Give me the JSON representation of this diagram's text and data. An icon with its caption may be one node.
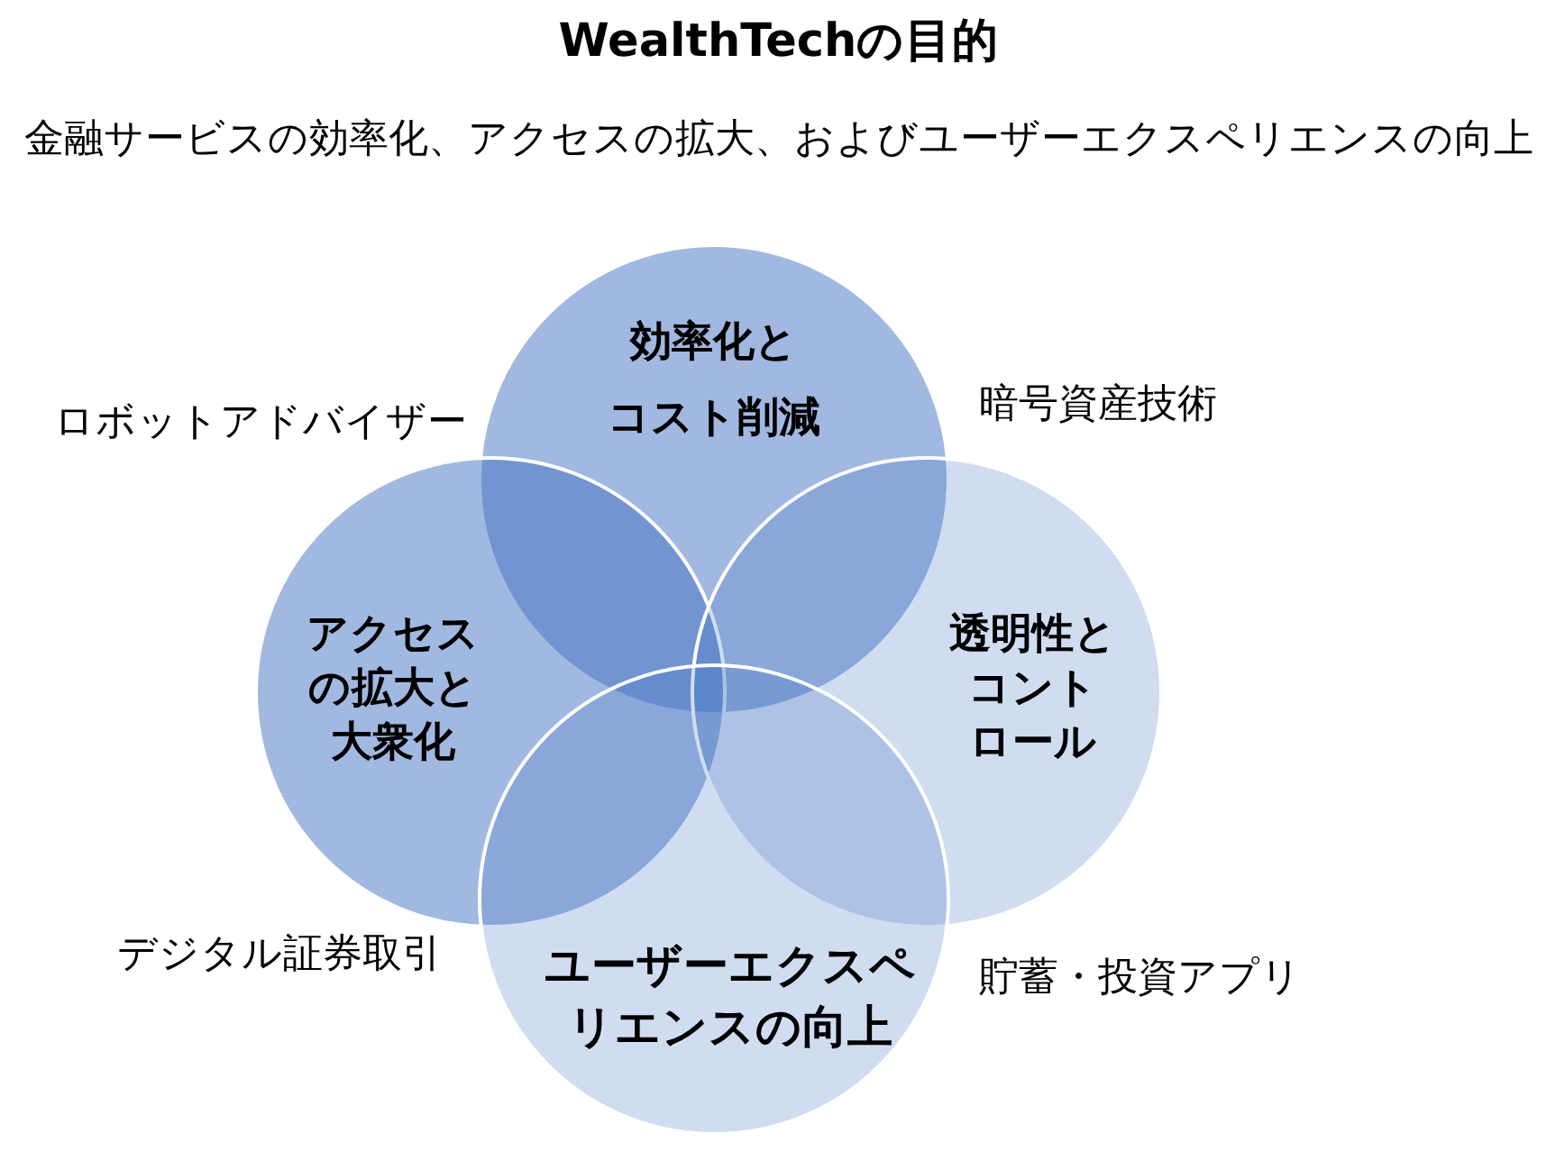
{
  "diagram": {
    "title": "WealthTechの目的",
    "nodes": [
      {
        "text": [
          "効率化とコスト削減"
        ]
      },
      {
        "text": [
          "アクセスの拡大と大衆化"
        ]
      },
      {
        "text": [
          "透明性とコントロール"
        ]
      },
      {
        "text": [
          "ユーザーエクスペリエンスの向上"
        ]
      }
    ],
    "labels": [
      "金融サービスの効率化、アクセスの拡大、およびユーザーエクスペリエンスの向上",
      "ロボットアドバイザー",
      "暗号資産技術",
      "デジタル証券取引",
      "貯蓄・投資アプリ"
    ]
  }
}
